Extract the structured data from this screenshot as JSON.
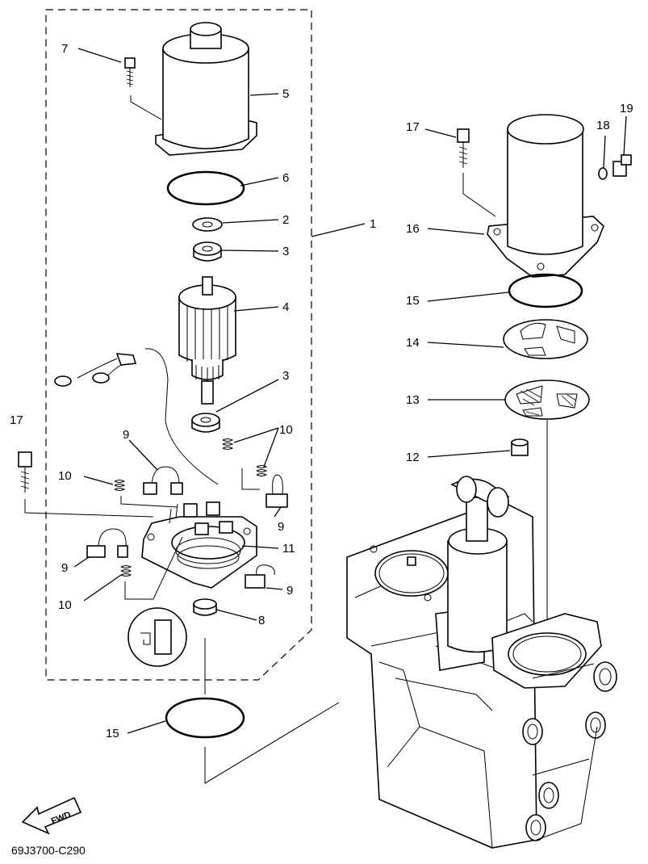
{
  "diagram": {
    "drawing_code": "69J3700-C290",
    "direction_label": "FWD",
    "callouts": {
      "c1": "1",
      "c2": "2",
      "c3a": "3",
      "c3b": "3",
      "c4": "4",
      "c5": "5",
      "c6": "6",
      "c7": "7",
      "c8": "8",
      "c9a": "9",
      "c9b": "9",
      "c9c": "9",
      "c9d": "9",
      "c10a": "10",
      "c10b": "10",
      "c10c": "10",
      "c11": "11",
      "c12": "12",
      "c13": "13",
      "c14": "14",
      "c15a": "15",
      "c15b": "15",
      "c16": "16",
      "c17a": "17",
      "c17b": "17",
      "c18": "18",
      "c19": "19"
    }
  }
}
